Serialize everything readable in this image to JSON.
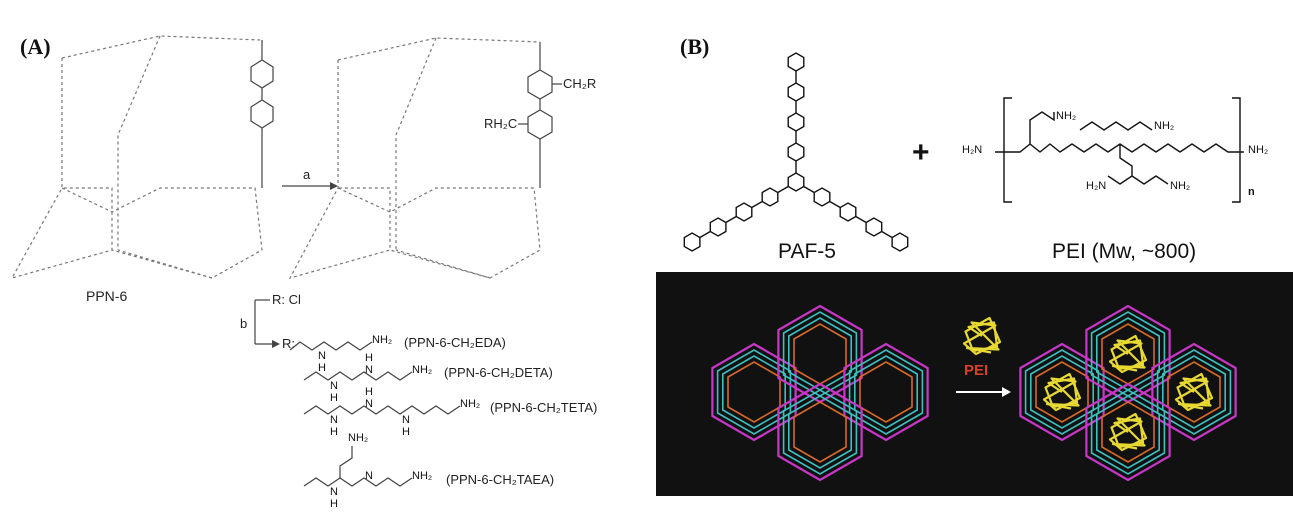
{
  "panel_a": {
    "label": "(A)",
    "ppn6_label": "PPN-6",
    "arrow_a_label": "a",
    "ch2r_label": "CH₂R",
    "rh2c_label": "RH₂C",
    "step_b_label": "b",
    "r_cl_label": "R: Cl",
    "r_prefix": "R:",
    "amines": [
      {
        "name": "(PPN-6-CH₂EDA)"
      },
      {
        "name": "(PPN-6-CH₂DETA)"
      },
      {
        "name": "(PPN-6-CH₂TETA)"
      },
      {
        "name": "(PPN-6-CH₂TAEA)"
      }
    ]
  },
  "panel_b": {
    "label": "(B)",
    "paf5_label": "PAF-5",
    "plus_label": "+",
    "pei_label": "PEI (Mw, ~800)",
    "pei_arrow_label": "PEI",
    "n_label": "n",
    "colors": {
      "background": "#111111",
      "ring_magenta": "#c837c8",
      "ring_cyan": "#3fc0c0",
      "ring_orange": "#d86a2a",
      "polymer_yellow": "#e8d832",
      "pei_red": "#d8402a"
    }
  }
}
